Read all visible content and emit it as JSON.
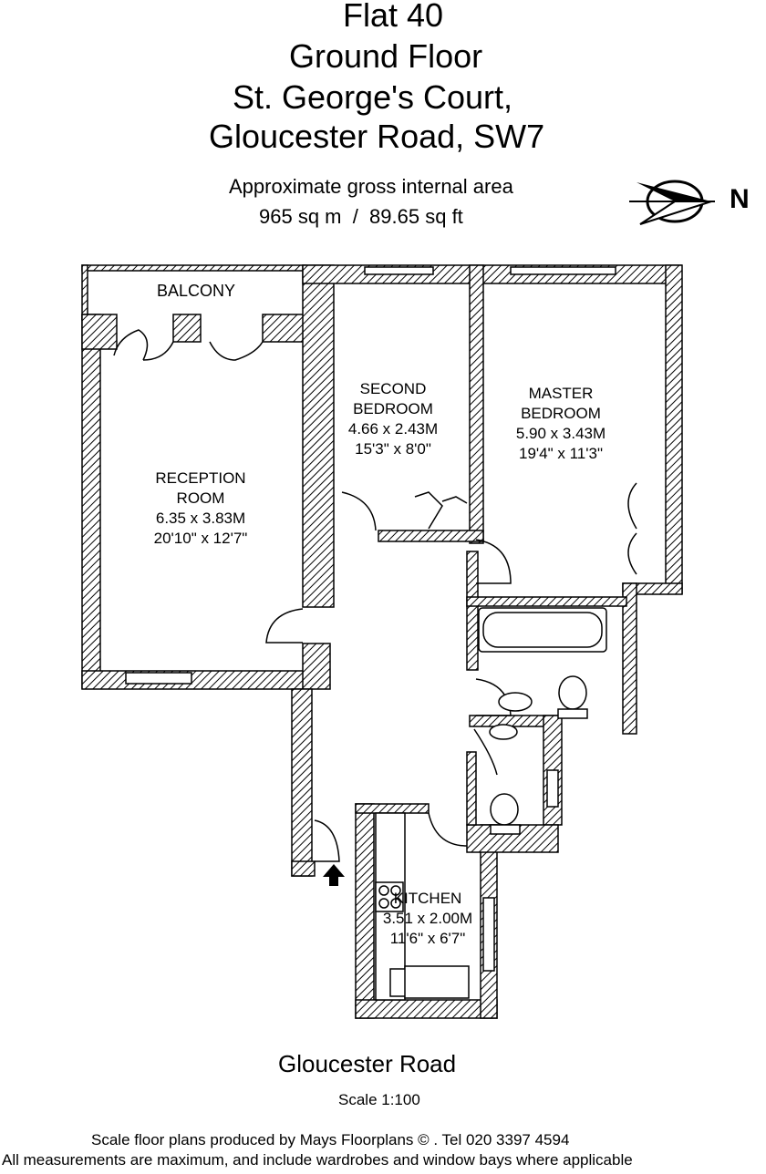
{
  "header": {
    "line1": "Flat 40",
    "line2": "Ground Floor",
    "line3": "St. George's Court,",
    "line4": "Gloucester Road, SW7",
    "area_label": "Approximate gross internal area",
    "area_value": "965 sq m  /  89.65 sq ft"
  },
  "compass": {
    "label": "N",
    "icon": "north-arrow-icon"
  },
  "rooms": {
    "balcony": {
      "name": "BALCONY"
    },
    "reception": {
      "name1": "RECEPTION",
      "name2": "ROOM",
      "metric": "6.35 x 3.83M",
      "imperial": "20'10\" x 12'7\""
    },
    "second_bedroom": {
      "name1": "SECOND",
      "name2": "BEDROOM",
      "metric": "4.66 x 2.43M",
      "imperial": "15'3\" x 8'0\""
    },
    "master_bedroom": {
      "name1": "MASTER",
      "name2": "BEDROOM",
      "metric": "5.90 x 3.43M",
      "imperial": "19'4\" x 11'3\""
    },
    "kitchen": {
      "name": "KITCHEN",
      "metric": "3.51 x 2.00M",
      "imperial": "11'6\" x 6'7\""
    }
  },
  "footer": {
    "street": "Gloucester Road",
    "scale": "Scale 1:100",
    "credit": "Scale floor plans produced by Mays Floorplans © . Tel 020 3397 4594",
    "disclaimer": "All measurements are maximum, and include wardrobes and window bays where applicable"
  },
  "colors": {
    "wall_fill": "#ffffff",
    "wall_line": "#000000",
    "hatch": "#000000"
  }
}
